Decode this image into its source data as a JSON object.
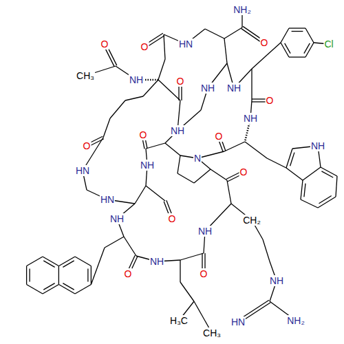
{
  "diagram": {
    "labels": [
      "NH₂",
      "Cl",
      "O",
      "HN",
      "O",
      "O",
      "CH₃",
      "NH",
      "O",
      "NH",
      "NH",
      "O",
      "NH",
      "NH",
      "O",
      "O",
      "NH",
      "O",
      "N",
      "HN",
      "NH",
      "O",
      "HN",
      "O",
      "NH",
      "CH₂",
      "NH",
      "O",
      "NH",
      "O",
      "NH",
      "HN",
      "NH₂",
      "H₃C",
      "CH₃"
    ]
  }
}
